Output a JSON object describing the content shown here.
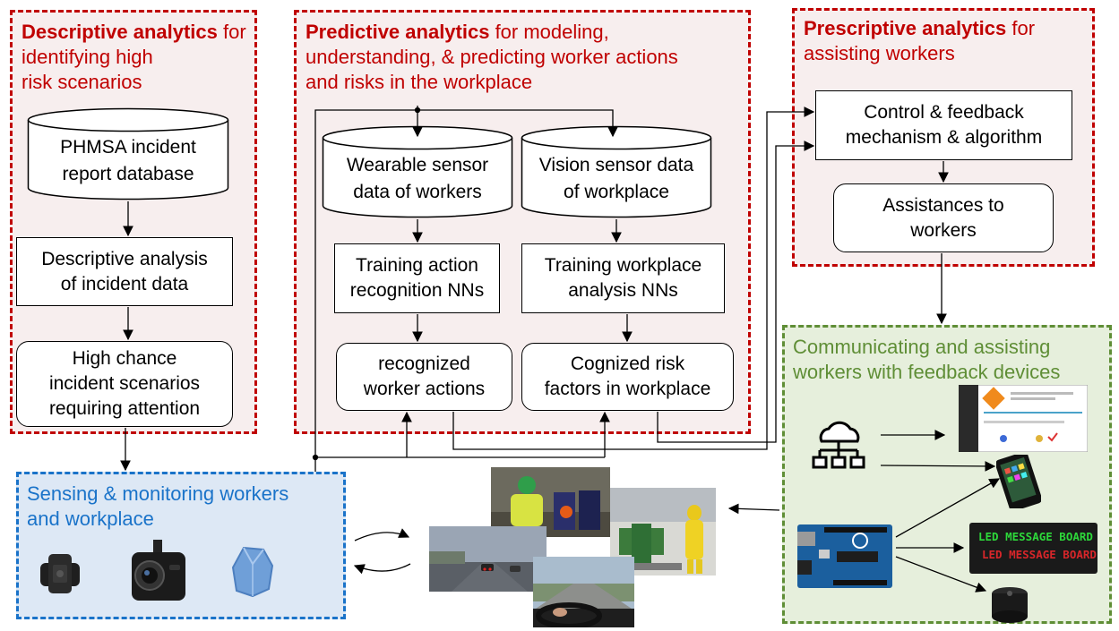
{
  "descriptive": {
    "title_bold": "Descriptive analytics",
    "title_rest_line1": " for identifying high",
    "title_line2": "risk scenarios",
    "db_line1": "PHMSA incident",
    "db_line2": "report database",
    "analysis_line1": "Descriptive analysis",
    "analysis_line2": "of incident data",
    "scenarios_line1": "High chance",
    "scenarios_line2": "incident scenarios",
    "scenarios_line3": "requiring attention"
  },
  "predictive": {
    "title_bold": "Predictive analytics",
    "title_rest_line1": " for modeling,",
    "title_line2": "understanding, & predicting worker actions",
    "title_line3": "and risks in the workplace",
    "wearable_line1": "Wearable sensor",
    "wearable_line2": "data of workers",
    "vision_line1": "Vision sensor data",
    "vision_line2": "of workplace",
    "train_action_line1": "Training action",
    "train_action_line2": "recognition NNs",
    "train_workplace_line1": "Training workplace",
    "train_workplace_line2": "analysis NNs",
    "recognized_line1": "recognized",
    "recognized_line2": "worker actions",
    "cognized_line1": "Cognized risk",
    "cognized_line2": "factors in workplace"
  },
  "prescriptive": {
    "title_bold": "Prescriptive analytics",
    "title_rest_line1": " for",
    "title_line2": "assisting workers",
    "control_line1": "Control & feedback",
    "control_line2": "mechanism & algorithm",
    "assist_line1": "Assistances to",
    "assist_line2": "workers"
  },
  "sensing": {
    "title_line1": "Sensing & monitoring workers",
    "title_line2": "and workplace"
  },
  "communicating": {
    "title_line1": "Communicating and assisting",
    "title_line2": "workers with feedback devices",
    "led_text_line1": "LED MESSAGE BOARD",
    "led_text_line2": "LED MESSAGE BOARD"
  },
  "colors": {
    "red": "#c00000",
    "blue": "#1a73c9",
    "green": "#5f8e36"
  }
}
